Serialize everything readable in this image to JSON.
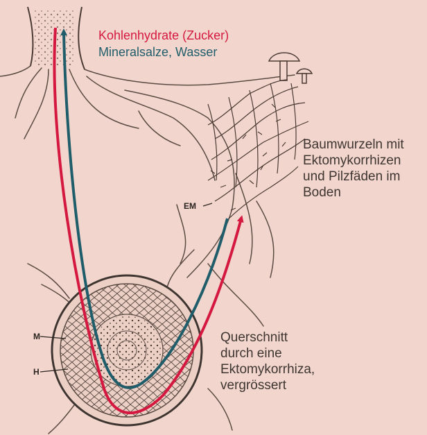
{
  "legend": {
    "carbohydrates": "Kohlenhydrate (Zucker)",
    "minerals": "Mineralsalze, Wasser"
  },
  "labels": {
    "roots": [
      "Baumwurzeln mit",
      "Ektomykorrhizen",
      "und Pilzfäden im",
      "Boden"
    ],
    "cross_section": [
      "Querschnitt",
      "durch eine",
      "Ektomykorrhiza,",
      "vergrössert"
    ],
    "em": "EM",
    "m": "M",
    "h": "H"
  },
  "colors": {
    "background": "#f2d6cd",
    "carbohydrates": "#d4183f",
    "minerals": "#1f5d6b",
    "ink": "#4a3a33"
  }
}
